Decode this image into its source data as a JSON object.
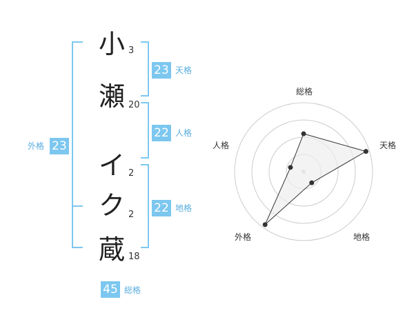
{
  "name": {
    "chars": [
      {
        "char": "小",
        "strokes": "3"
      },
      {
        "char": "瀬",
        "strokes": "20"
      },
      {
        "char": "イ",
        "strokes": "2"
      },
      {
        "char": "ク",
        "strokes": "2"
      },
      {
        "char": "蔵",
        "strokes": "18"
      }
    ]
  },
  "fortunes": {
    "tenkaku": {
      "value": "23",
      "label": "天格"
    },
    "jinkaku": {
      "value": "22",
      "label": "人格"
    },
    "chikaku": {
      "value": "22",
      "label": "地格"
    },
    "gaikaku": {
      "value": "23",
      "label": "外格"
    },
    "soukaku": {
      "value": "45",
      "label": "総格"
    }
  },
  "radar": {
    "labels": [
      "総格",
      "天格",
      "地格",
      "外格",
      "人格"
    ],
    "values": [
      0.55,
      0.95,
      0.2,
      0.95,
      0.2
    ],
    "accent": "#333333",
    "fill": "#eeeeee"
  },
  "colors": {
    "accent": "#7cc7ef",
    "label": "#5aaee0"
  }
}
